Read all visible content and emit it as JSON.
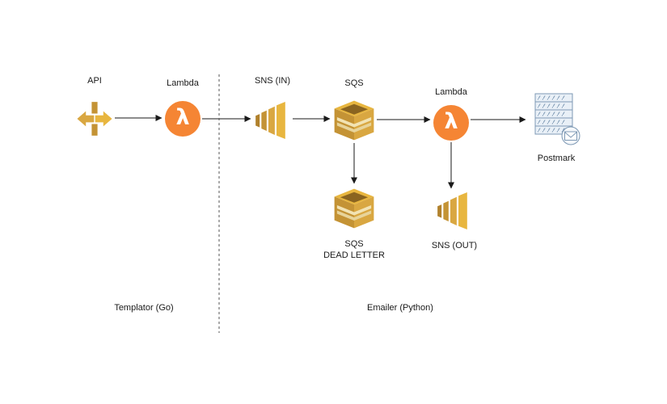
{
  "nodes": {
    "api": {
      "label": "API"
    },
    "lambda_templator": {
      "label": "Lambda",
      "glyph": "λ"
    },
    "sns_in": {
      "label": "SNS (IN)"
    },
    "sqs": {
      "label": "SQS"
    },
    "lambda_emailer": {
      "label": "Lambda",
      "glyph": "λ"
    },
    "postmark": {
      "label": "Postmark"
    },
    "sqs_dead_letter": {
      "label_line1": "SQS",
      "label_line2": "DEAD LETTER"
    },
    "sns_out": {
      "label": "SNS (OUT)"
    }
  },
  "groups": {
    "templator": {
      "label": "Templator (Go)"
    },
    "emailer": {
      "label": "Emailer (Python)"
    }
  },
  "icons": {
    "api": "api-gateway-icon",
    "lambda": "lambda-icon",
    "sns": "sns-icon",
    "sqs": "sqs-icon",
    "postmark": "server-stack-icon",
    "envelope": "envelope-icon"
  },
  "colors": {
    "lambda_orange": "#F58534",
    "gold": "#D9A741",
    "gold_light": "#E8B63F",
    "gold_dark": "#B0802B",
    "gold_deep": "#C49335",
    "server_fill": "#E9F0F7",
    "server_stroke": "#7E99B4",
    "arrow": "#1a1a1a"
  }
}
